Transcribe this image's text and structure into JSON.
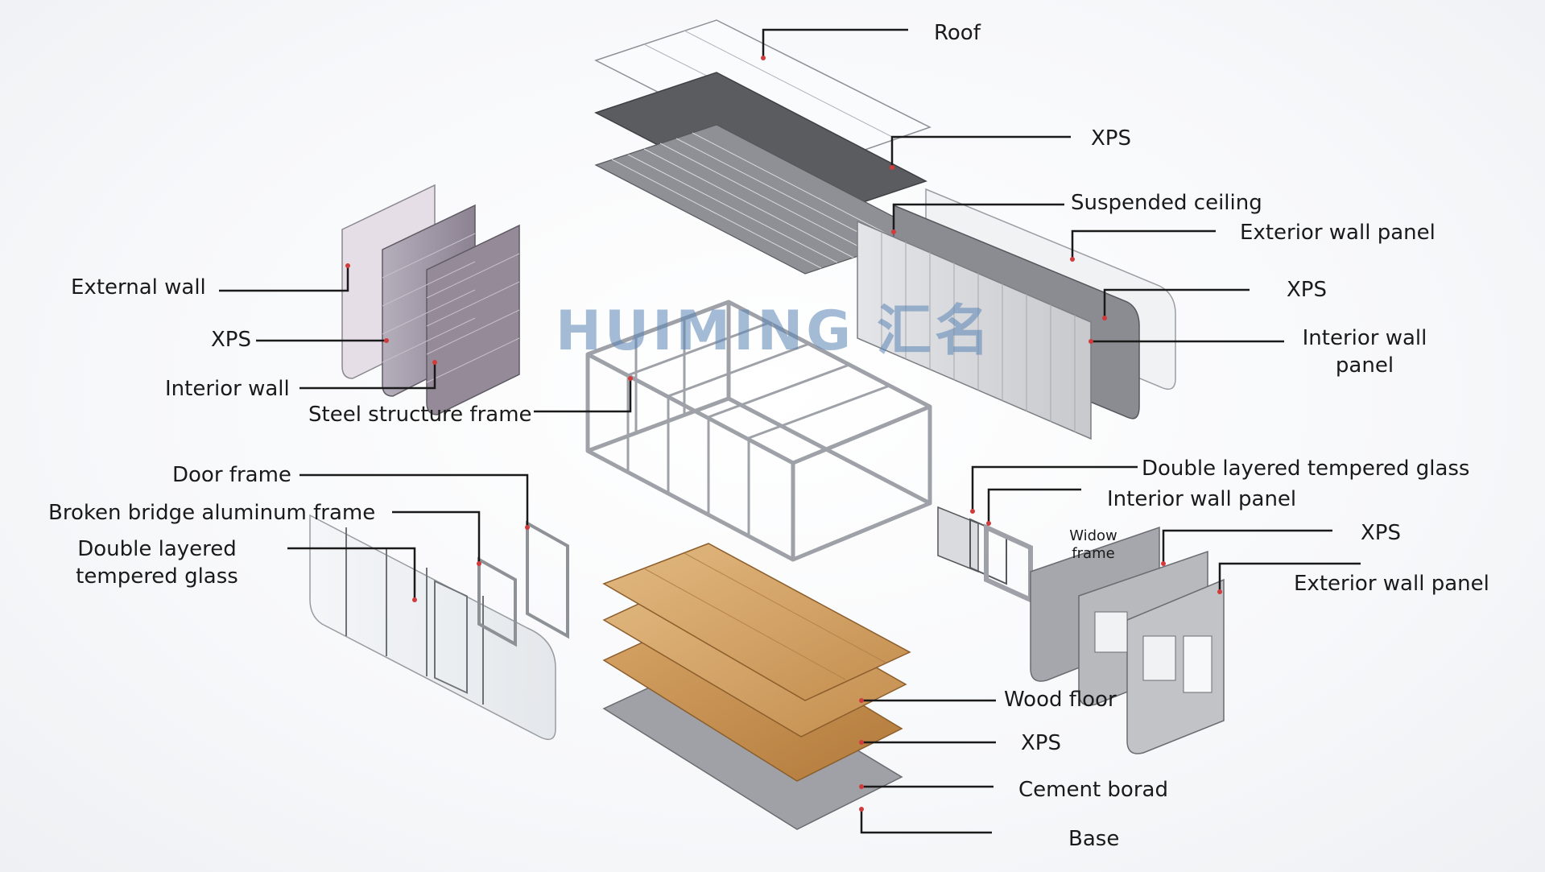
{
  "watermark": {
    "brand": "HUIMING",
    "chinese": "汇名"
  },
  "labels": {
    "roof": "Roof",
    "xps_roof": "XPS",
    "suspended_ceiling": "Suspended ceiling",
    "exterior_wall_panel_right": "Exterior wall panel",
    "xps_right": "XPS",
    "interior_wall_panel_right": "Interior wall panel",
    "external_wall": "External wall",
    "xps_left": "XPS",
    "interior_wall_left": "Interior wall",
    "steel_frame": "Steel structure frame",
    "door_frame": "Door frame",
    "broken_bridge": "Broken bridge aluminum frame",
    "glass_front": "Double layered tempered glass",
    "glass_window": "Double layered tempered glass",
    "interior_wall_panel_window": "Interior wall panel",
    "widow_frame": "Widow frame",
    "xps_side": "XPS",
    "exterior_wall_panel_side": "Exterior wall panel",
    "wood_floor": "Wood floor",
    "xps_floor": "XPS",
    "cement_board": "Cement borad",
    "base": "Base"
  },
  "colors": {
    "line": "#1a1a1a",
    "dot": "#d23b3b",
    "wood": "#d2a266",
    "steel": "#b9bcc2",
    "panel": "#c9cbd0"
  }
}
